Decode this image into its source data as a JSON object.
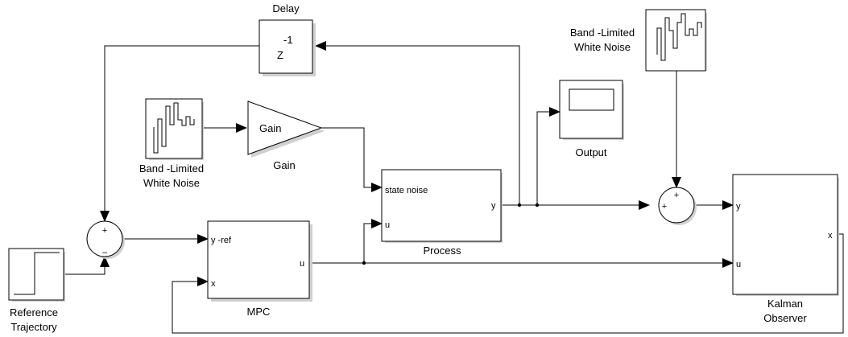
{
  "blocks": {
    "delay": {
      "title": "Delay",
      "exponent": "-1",
      "symbol": "Z"
    },
    "noise_top": {
      "label_line1": "Band -Limited",
      "label_line2": "White Noise"
    },
    "noise_left": {
      "label_line1": "Band -Limited",
      "label_line2": "White Noise"
    },
    "gain": {
      "inner": "Gain",
      "name": "Gain"
    },
    "output": {
      "name": "Output"
    },
    "process": {
      "name": "Process",
      "port_state_noise": "state noise",
      "port_u": "u",
      "port_y": "y"
    },
    "mpc": {
      "name": "MPC",
      "port_yref": "y -ref",
      "port_x": "x",
      "port_u": "u"
    },
    "kalman": {
      "name_line1": "Kalman",
      "name_line2": "Observer",
      "port_y": "y",
      "port_u": "u",
      "port_x": "x"
    },
    "reference": {
      "name_line1": "Reference",
      "name_line2": "Trajectory"
    },
    "sum_left": {
      "sign_top": "+",
      "sign_bottom": "–"
    },
    "sum_right": {
      "sign_top": "+",
      "sign_left": "+"
    }
  }
}
